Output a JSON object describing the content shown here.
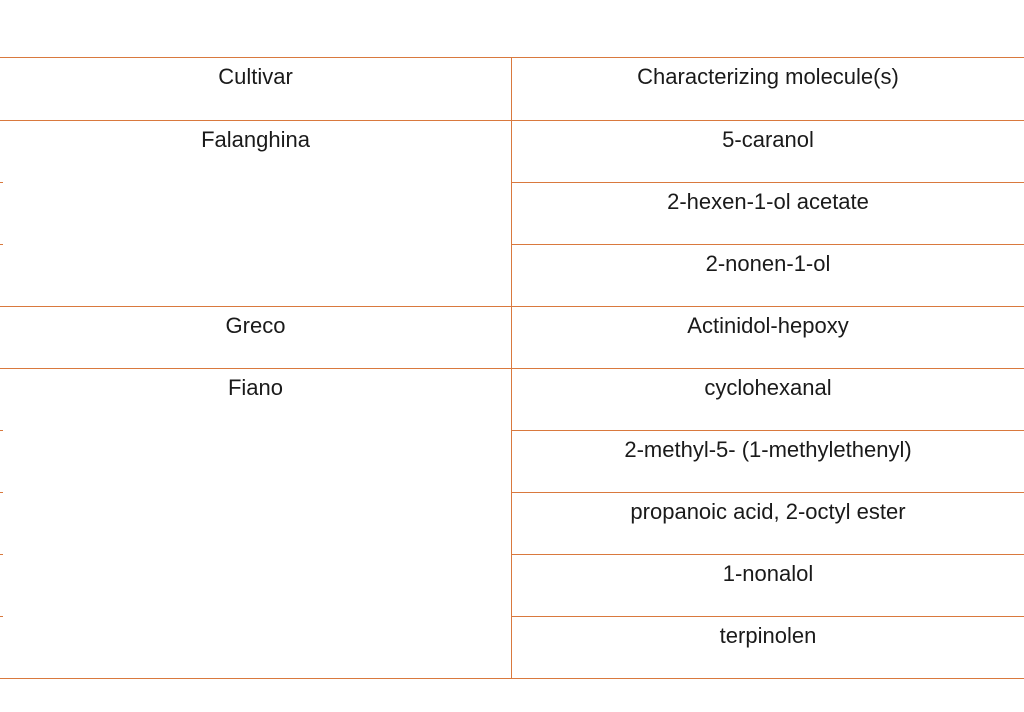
{
  "table": {
    "headers": {
      "cultivar": "Cultivar",
      "molecules": "Characterizing molecule(s)"
    },
    "groups": [
      {
        "cultivar": "Falanghina",
        "molecules": [
          "5-caranol",
          "2-hexen-1-ol acetate",
          "2-nonen-1-ol"
        ]
      },
      {
        "cultivar": "Greco",
        "molecules": [
          "Actinidol-hepoxy"
        ]
      },
      {
        "cultivar": "Fiano",
        "molecules": [
          "cyclohexanal",
          "2-methyl-5- (1-methylethenyl)",
          "propanoic acid, 2-octyl ester",
          "1-nonalol",
          "terpinolen"
        ]
      }
    ],
    "border_color": "#d9793e"
  }
}
